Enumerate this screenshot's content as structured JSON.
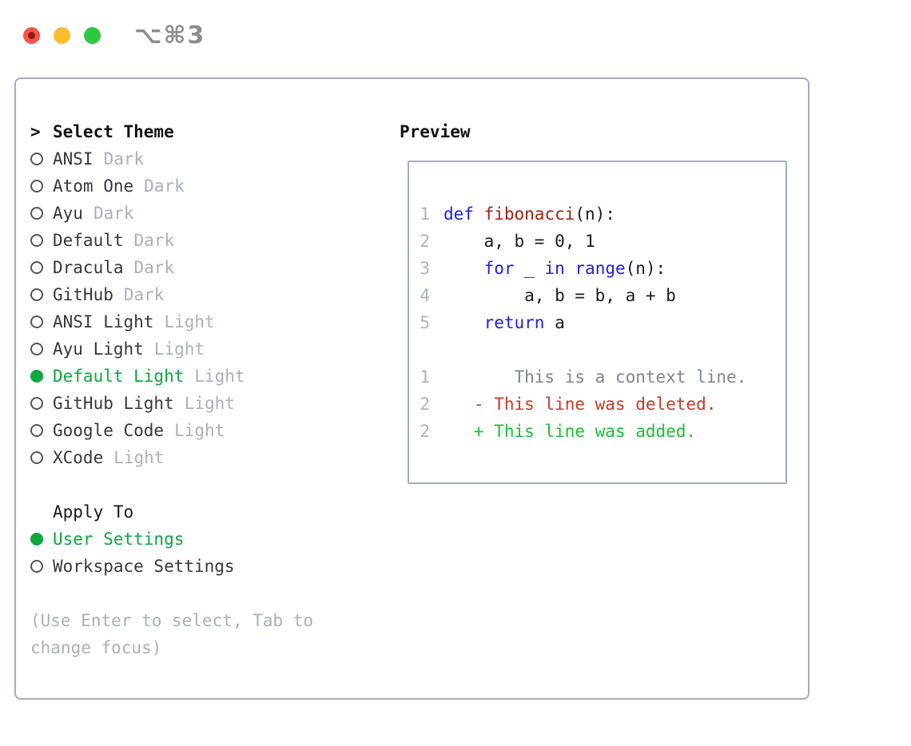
{
  "window": {
    "title_shortcut": "⌥⌘3"
  },
  "colors": {
    "traffic_red": "#f4564e",
    "traffic_red_dot": "#8e1a10",
    "traffic_yellow": "#fcbd2e",
    "traffic_green": "#2bc840",
    "border": "#a5adb9",
    "muted": "#a9b0bd",
    "selected_green": "#0da83e",
    "keyword_blue": "#2020e0",
    "function_red": "#a42012",
    "diff_context": "#7e8590",
    "diff_deleted": "#c63c28",
    "diff_added": "#19c133",
    "line_number": "#a9b3c2"
  },
  "theme_list": {
    "pointer": ">",
    "header": "Select Theme",
    "items": [
      {
        "name": "ANSI",
        "variant": "Dark",
        "selected": false
      },
      {
        "name": "Atom One",
        "variant": "Dark",
        "selected": false
      },
      {
        "name": "Ayu",
        "variant": "Dark",
        "selected": false
      },
      {
        "name": "Default",
        "variant": "Dark",
        "selected": false
      },
      {
        "name": "Dracula",
        "variant": "Dark",
        "selected": false
      },
      {
        "name": "GitHub",
        "variant": "Dark",
        "selected": false
      },
      {
        "name": "ANSI Light",
        "variant": "Light",
        "selected": false
      },
      {
        "name": "Ayu Light",
        "variant": "Light",
        "selected": false
      },
      {
        "name": "Default Light",
        "variant": "Light",
        "selected": true
      },
      {
        "name": "GitHub Light",
        "variant": "Light",
        "selected": false
      },
      {
        "name": "Google Code",
        "variant": "Light",
        "selected": false
      },
      {
        "name": "XCode",
        "variant": "Light",
        "selected": false
      }
    ]
  },
  "apply_to": {
    "header": "Apply To",
    "options": [
      {
        "label": "User Settings",
        "selected": true
      },
      {
        "label": "Workspace Settings",
        "selected": false
      }
    ]
  },
  "hint": "(Use Enter to select, Tab to change focus)",
  "preview": {
    "title": "Preview",
    "code_lines": [
      {
        "number": "1",
        "tokens": [
          {
            "text": "def",
            "style": "kw"
          },
          {
            "text": " "
          },
          {
            "text": "fibonacci",
            "style": "fn"
          },
          {
            "text": "(n):"
          }
        ]
      },
      {
        "number": "2",
        "tokens": [
          {
            "text": "    a, b = 0, 1"
          }
        ]
      },
      {
        "number": "3",
        "tokens": [
          {
            "text": "    "
          },
          {
            "text": "for",
            "style": "kw"
          },
          {
            "text": " _ "
          },
          {
            "text": "in",
            "style": "kw"
          },
          {
            "text": " "
          },
          {
            "text": "range",
            "style": "kw"
          },
          {
            "text": "(n):"
          }
        ]
      },
      {
        "number": "4",
        "tokens": [
          {
            "text": "        a, b = b, a + b"
          }
        ]
      },
      {
        "number": "5",
        "tokens": [
          {
            "text": "    "
          },
          {
            "text": "return",
            "style": "kw"
          },
          {
            "text": " a"
          }
        ]
      }
    ],
    "diff_lines": [
      {
        "number": "1",
        "kind": "context",
        "text": "       This is a context line."
      },
      {
        "number": "2",
        "kind": "deleted",
        "text": "   - This line was deleted."
      },
      {
        "number": "2",
        "kind": "added",
        "text": "   + This line was added."
      }
    ]
  }
}
